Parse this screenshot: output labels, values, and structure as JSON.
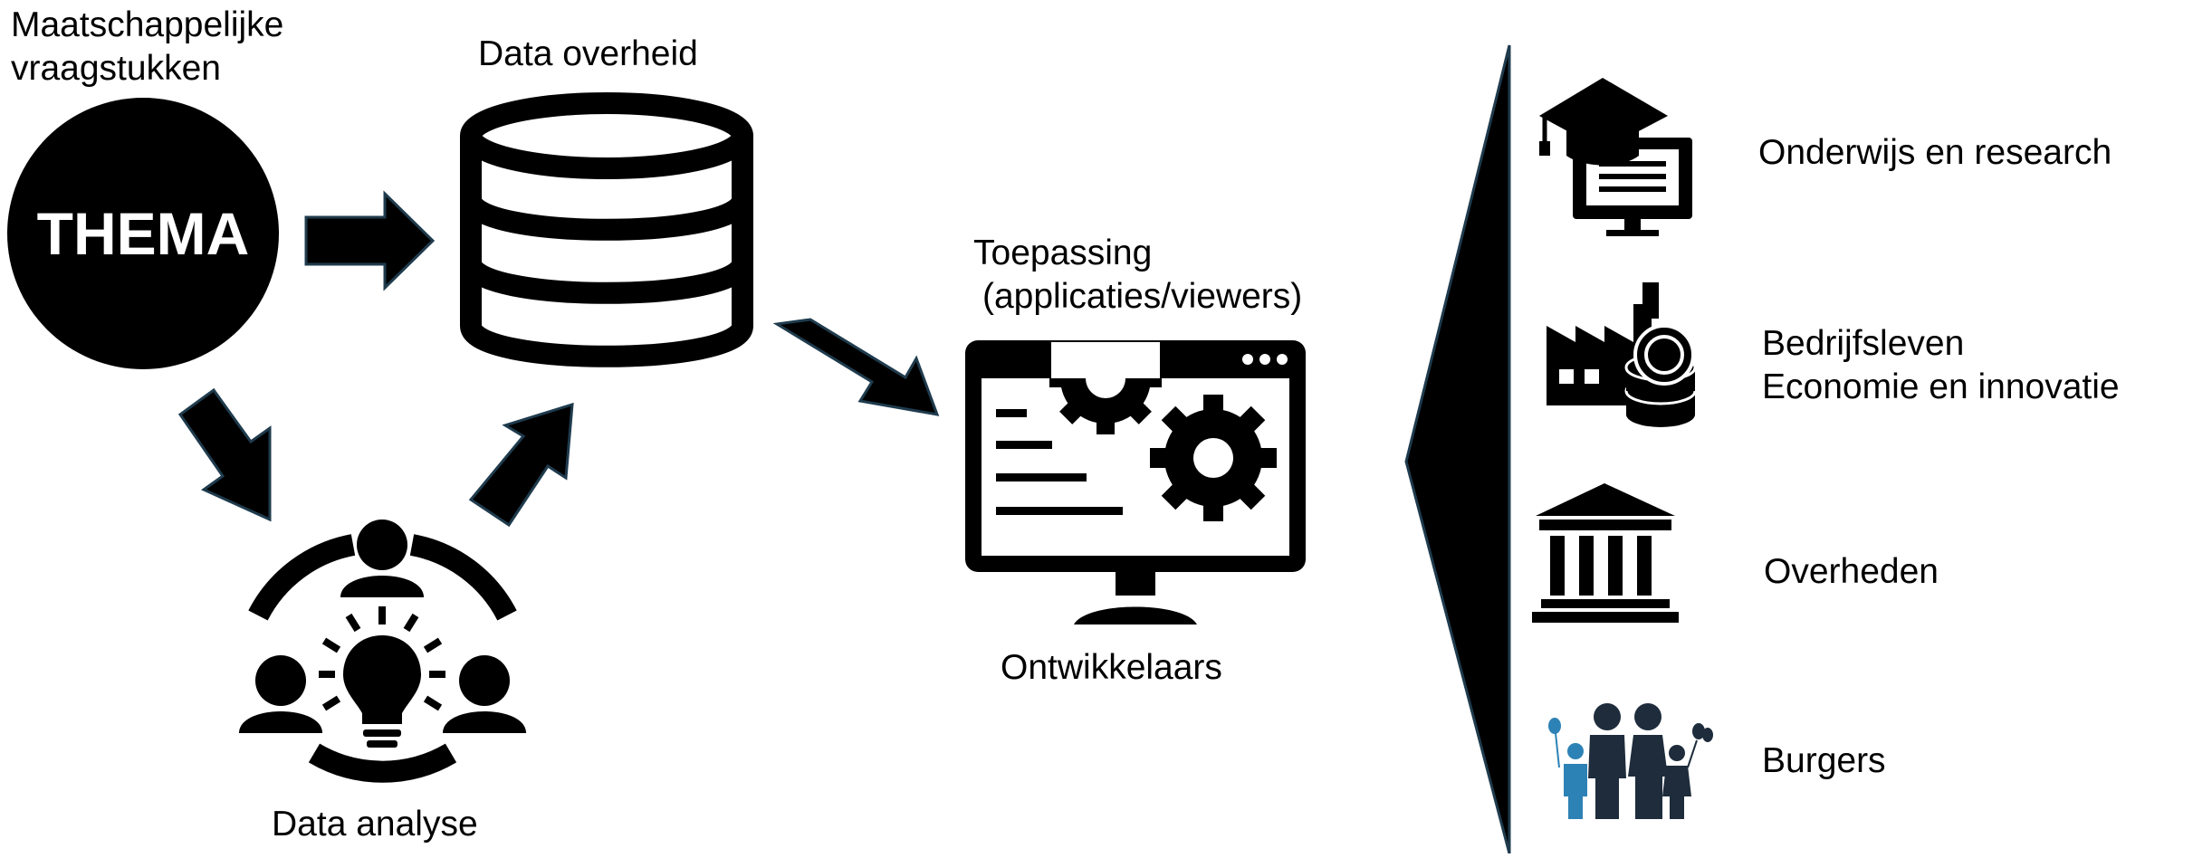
{
  "theme": {
    "label_line1": "Maatschappelijke",
    "label_line2": "vraagstukken",
    "circle_text": "THEMA"
  },
  "database": {
    "label": "Data overheid"
  },
  "analysis": {
    "label": "Data analyse"
  },
  "application": {
    "label_line1": "Toepassing",
    "label_line2": "(applicaties/viewers)",
    "bottom_label": "Ontwikkelaars"
  },
  "audiences": [
    {
      "icon": "graduation-cap-monitor-icon",
      "line1": "Onderwijs en research",
      "line2": ""
    },
    {
      "icon": "factory-coins-icon",
      "line1": "Bedrijfsleven",
      "line2": "Economie en innovatie"
    },
    {
      "icon": "government-building-icon",
      "line1": "Overheden",
      "line2": ""
    },
    {
      "icon": "family-balloons-icon",
      "line1": "Burgers",
      "line2": ""
    }
  ],
  "colors": {
    "arrow_fill": "#000000",
    "arrow_outline": "#1f3b4d",
    "family_dark": "#1e2c3c",
    "family_blue": "#2d82b5"
  }
}
